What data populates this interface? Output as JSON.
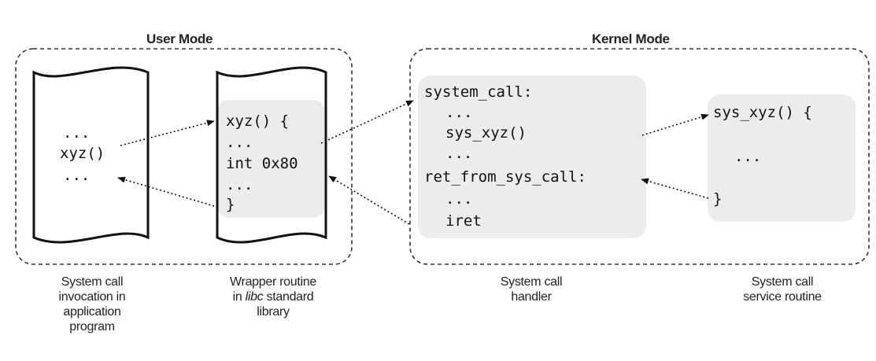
{
  "user_mode": {
    "title": "User Mode",
    "application": {
      "lines": [
        "...",
        "xyz()",
        "..."
      ]
    },
    "wrapper": {
      "lines": [
        "xyz() {",
        "...",
        "int 0x80",
        "...",
        "}"
      ]
    }
  },
  "kernel_mode": {
    "title": "Kernel Mode",
    "handler": {
      "lines": [
        "system_call:",
        "...",
        "sys_xyz()",
        "...",
        "ret_from_sys_call:",
        "...",
        "iret"
      ]
    },
    "service": {
      "lines": [
        "sys_xyz() {",
        "...",
        "}"
      ]
    }
  },
  "captions": {
    "application": [
      "System call",
      "invocation in",
      "application",
      "program"
    ],
    "wrapper": {
      "line1": "Wrapper routine",
      "line2_prefix": "in ",
      "line2_italic": "libc",
      "line2_suffix": " standard",
      "line3": "library"
    },
    "handler": [
      "System call",
      "handler"
    ],
    "service": [
      "System call",
      "service routine"
    ]
  }
}
